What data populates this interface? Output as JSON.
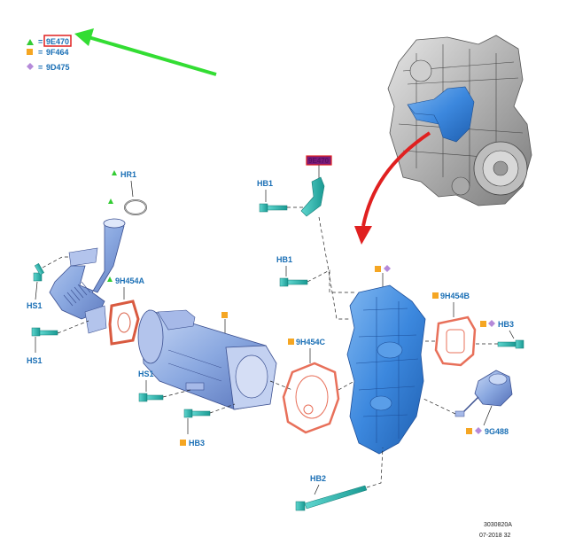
{
  "legend": [
    {
      "symbol": "triangle",
      "color": "#33cc33",
      "eq": "=",
      "code": "9E470",
      "highlight": true
    },
    {
      "symbol": "square",
      "color": "#f5a623",
      "eq": "=",
      "code": "9F464",
      "highlight": false
    },
    {
      "symbol": "diamond",
      "color": "#b58ad9",
      "eq": "=",
      "code": "9D475",
      "highlight": false
    }
  ],
  "labels": {
    "hr1": "HR1",
    "hb1_top": "HB1",
    "hb1_mid": "HB1",
    "hs1_a": "HS1",
    "hs1_b": "HS1",
    "hs1_c": "HS1",
    "g9h454a": "9H454A",
    "g9h454b": "9H454B",
    "g9h454c": "9H454C",
    "hb3_left": "HB3",
    "hb3_right": "HB3",
    "g9g488": "9G488",
    "hb2": "HB2",
    "bracket_code": "9E470"
  },
  "footer": {
    "ref": "3030820A",
    "date": "07-2018 32"
  },
  "colors": {
    "part_blue": "#8aa8e0",
    "module_blue": "#4a90e2",
    "gasket_red": "#e8705a",
    "bolt_teal": "#2bb8b0",
    "arrow_green": "#33dd33",
    "arrow_red": "#e02020",
    "label_blue": "#1a6fb5"
  }
}
